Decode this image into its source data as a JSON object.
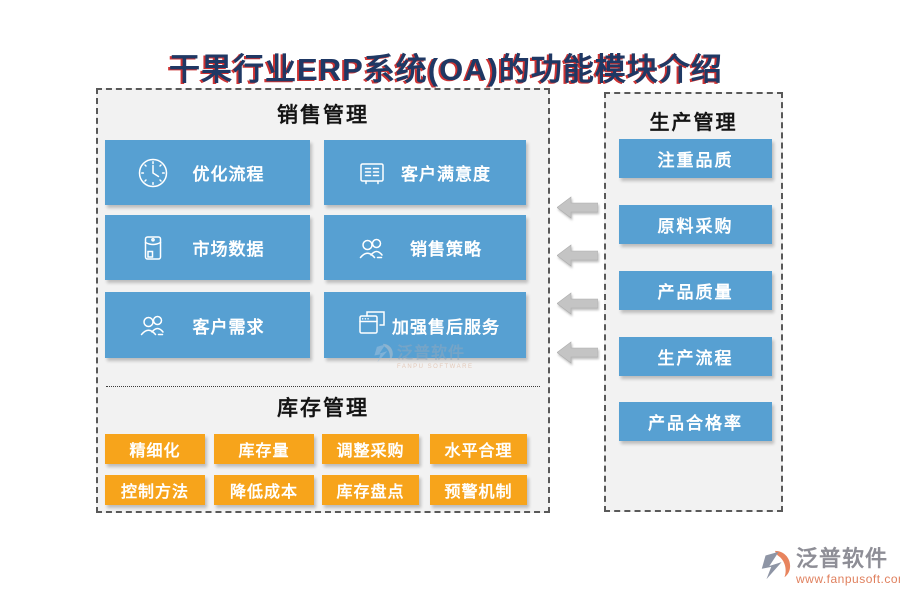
{
  "title": "干果行业ERP系统(OA)的功能模块介绍",
  "colors": {
    "title_navy": "#1F3864",
    "title_shadow_red": "#C00000",
    "module_blue": "#57A0D2",
    "module_orange": "#F7A41B",
    "panel_background": "#F2F2F2",
    "dashed_border": "#595959",
    "arrow_gray": "#C4C4C4"
  },
  "sales_panel": {
    "header": "销售管理",
    "items": [
      {
        "label": "优化流程",
        "icon": "clock-icon"
      },
      {
        "label": "客户满意度",
        "icon": "survey-board-icon"
      },
      {
        "label": "市场数据",
        "icon": "document-pouch-icon"
      },
      {
        "label": "销售策略",
        "icon": "people-icon"
      },
      {
        "label": "客户需求",
        "icon": "people-icon"
      },
      {
        "label": "加强售后服务",
        "icon": "app-windows-icon"
      }
    ]
  },
  "inventory_panel": {
    "header": "库存管理",
    "items": [
      {
        "label": "精细化"
      },
      {
        "label": "库存量"
      },
      {
        "label": "调整采购"
      },
      {
        "label": "水平合理"
      },
      {
        "label": "控制方法"
      },
      {
        "label": "降低成本"
      },
      {
        "label": "库存盘点"
      },
      {
        "label": "预警机制"
      }
    ]
  },
  "production_panel": {
    "header": "生产管理",
    "items": [
      {
        "label": "注重品质"
      },
      {
        "label": "原料采购"
      },
      {
        "label": "产品质量"
      },
      {
        "label": "生产流程"
      },
      {
        "label": "产品合格率"
      }
    ]
  },
  "watermark": {
    "text": "泛普软件",
    "subtext": "FANPU SOFTWARE"
  },
  "footer": {
    "brand": "泛普软件",
    "url": "www.fanpusoft.com"
  }
}
